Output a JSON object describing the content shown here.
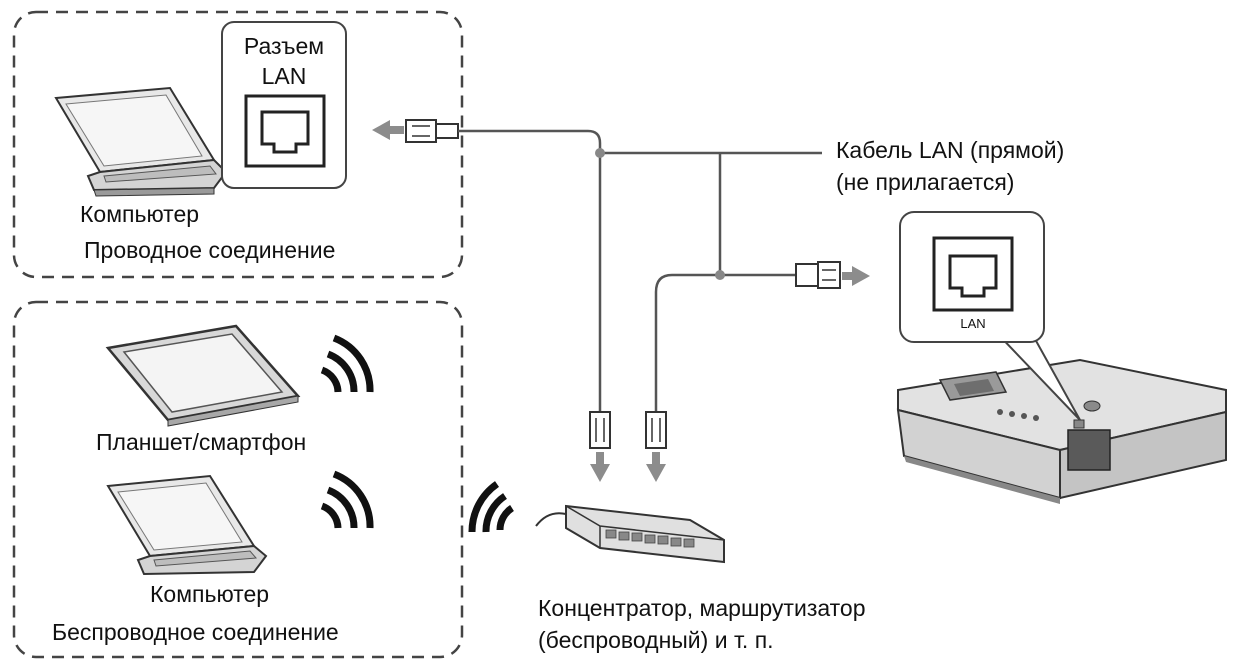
{
  "wired_group": {
    "port_label_line1": "Разъем",
    "port_label_line2": "LAN",
    "computer_label": "Компьютер",
    "connection_label": "Проводное соединение"
  },
  "wireless_group": {
    "tablet_label": "Планшет/смартфон",
    "computer_label": "Компьютер",
    "connection_label": "Беспроводное соединение"
  },
  "cable": {
    "label_line1": "Кабель LAN (прямой)",
    "label_line2": "(не прилагается)"
  },
  "projector": {
    "port_label": "LAN"
  },
  "hub": {
    "label_line1": "Концентратор, маршрутизатор",
    "label_line2": "(беспроводный) и т. п."
  },
  "colors": {
    "outline": "#333333",
    "arrow": "#8c8c8c",
    "device_fill": "#e6e6e6",
    "device_dark": "#4a4a4a"
  }
}
